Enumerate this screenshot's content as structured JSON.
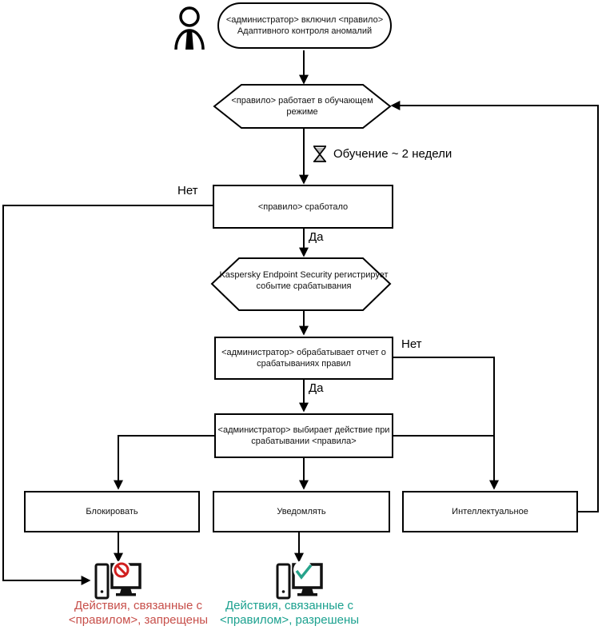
{
  "nodes": {
    "start": {
      "line1": "<администратор> включил <правило>",
      "line2": "Адаптивного контроля аномалий"
    },
    "training_mode": {
      "line1": "<правило> работает в обучающем",
      "line2": "режиме"
    },
    "training_duration": "Обучение ~ 2 недели",
    "rule_triggered": "<правило> сработало",
    "kes_registers": {
      "line1": "Kaspersky Endpoint Security регистрирует",
      "line2": "событие срабатывания"
    },
    "admin_processes_report": {
      "line1": "<администратор> обрабатывает отчет о",
      "line2": "срабатываниях правил"
    },
    "admin_selects_action": {
      "line1": "<администратор> выбирает действие при",
      "line2": "срабатывании <правила>"
    },
    "action_block": "Блокировать",
    "action_notify": "Уведомлять",
    "action_smart": "Интеллектуальное",
    "outcome_denied": {
      "line1": "Действия, связанные с",
      "line2": "<правилом>, запрещены"
    },
    "outcome_allowed": {
      "line1": "Действия, связанные с",
      "line2": "<правилом>, разрешены"
    }
  },
  "labels": {
    "no_left": "Нет",
    "yes_top": "Да",
    "no_right": "Нет",
    "yes_bottom": "Да"
  },
  "colors": {
    "line": "#000000",
    "box_border": "#000000",
    "text": "#111111",
    "denied_text": "#c74f4a",
    "allowed_text": "#1ba18f",
    "prohibition_red": "#d11f1f",
    "check_teal": "#27a38b"
  },
  "icons": {
    "user-icon": "actor silhouette",
    "hourglass-icon": "⌛",
    "blocked-computer-icon": "computer with 🚫 prohibition sign",
    "allowed-computer-icon": "computer with ✓ check mark"
  }
}
